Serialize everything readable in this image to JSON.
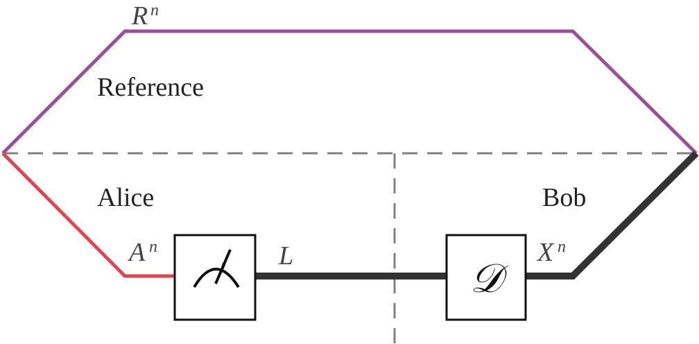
{
  "diagram": {
    "regions": {
      "reference": "Reference",
      "alice": "Alice",
      "bob": "Bob"
    },
    "wires": {
      "reference": {
        "base": "R",
        "sup": "n"
      },
      "alice_input": {
        "base": "A",
        "sup": "n"
      },
      "classical": {
        "base": "L",
        "sup": ""
      },
      "bob_output": {
        "base": "X",
        "sup": "n"
      }
    },
    "boxes": {
      "measurement": {
        "icon": "meter-icon"
      },
      "decoder": {
        "symbol": "𝒟"
      }
    },
    "colors": {
      "reference_wire": "#9B4F9B",
      "alice_wire": "#E0464F",
      "classical_wire": "#333333",
      "divider": "#808080"
    }
  }
}
